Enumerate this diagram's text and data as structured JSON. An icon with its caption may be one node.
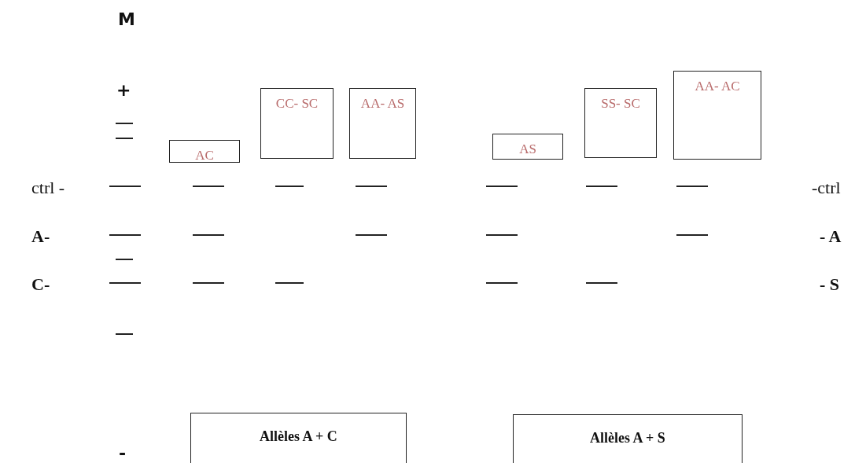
{
  "diagram": {
    "nodes": [
      {
        "text": [
          "AC"
        ]
      },
      {
        "text": [
          "CC- SC"
        ]
      },
      {
        "text": [
          "AA- AS"
        ]
      },
      {
        "text": [
          "AS"
        ]
      },
      {
        "text": [
          "SS- SC"
        ]
      },
      {
        "text": [
          "AA- AC"
        ]
      },
      {
        "text": [
          "Allèles A + C"
        ]
      },
      {
        "text": [
          "Allèles A + S"
        ]
      }
    ],
    "labels": [
      "M",
      "+",
      "ctrl -",
      "-ctrl",
      "A-",
      "- A",
      "C-",
      "- S",
      "-"
    ]
  }
}
